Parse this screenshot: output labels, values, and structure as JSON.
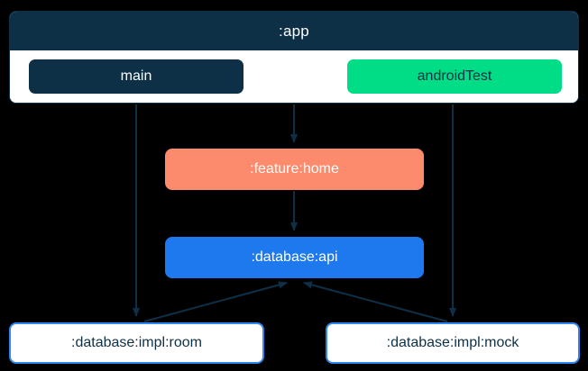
{
  "diagram": {
    "type": "module-dependency-graph",
    "background_color": "#000000",
    "edge_color": "#0e3047",
    "cluster": {
      "title": ":app",
      "header_color": "#0e3047",
      "body_color": "#ffffff",
      "source_sets": [
        {
          "label": "main",
          "color": "#0e3047",
          "text_color": "#ffffff"
        },
        {
          "label": "androidTest",
          "color": "#00dd86",
          "text_color": "#0e3047"
        }
      ]
    },
    "nodes": [
      {
        "id": "feature-home",
        "label": ":feature:home",
        "color": "#fc8a6c",
        "text_color": "#ffffff"
      },
      {
        "id": "database-api",
        "label": ":database:api",
        "color": "#1e79ee",
        "text_color": "#ffffff"
      },
      {
        "id": "database-impl-room",
        "label": ":database:impl:room",
        "color": "#ffffff",
        "text_color": "#0e3047",
        "border_color": "#2f86f0"
      },
      {
        "id": "database-impl-mock",
        "label": ":database:impl:mock",
        "color": "#ffffff",
        "text_color": "#0e3047",
        "border_color": "#2f86f0"
      }
    ],
    "edges": [
      {
        "from": "app:main",
        "to": "database-impl-room"
      },
      {
        "from": "app",
        "to": "feature-home"
      },
      {
        "from": "app:androidTest",
        "to": "database-impl-mock"
      },
      {
        "from": "feature-home",
        "to": "database-api"
      },
      {
        "from": "database-impl-room",
        "to": "database-api"
      },
      {
        "from": "database-impl-mock",
        "to": "database-api"
      }
    ]
  }
}
